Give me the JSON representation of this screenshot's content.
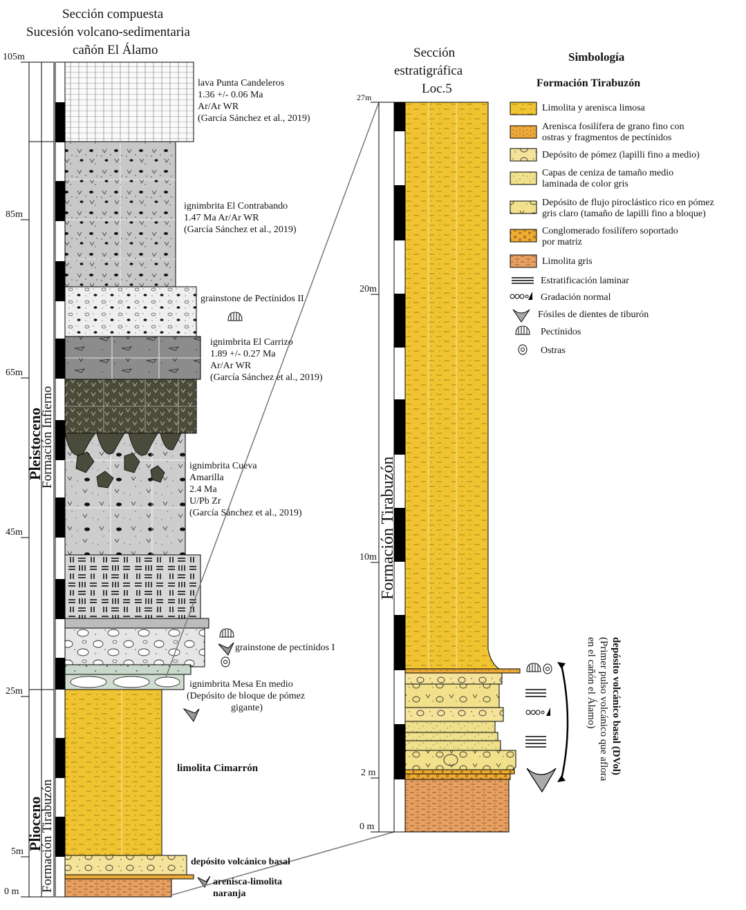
{
  "left_section": {
    "title_lines": [
      "Sección compuesta",
      "Sucesión volcano-sedimentaria",
      "cañón El Álamo"
    ],
    "scale_labels": [
      "105m",
      "85m",
      "65m",
      "45m",
      "25m",
      "5m",
      "0 m"
    ],
    "epochs": [
      "Pleistoceno",
      "Plioceno"
    ],
    "formations": [
      "Formación Infierno",
      "Formación Tirabuzón"
    ],
    "unit_labels": {
      "lava": [
        "lava Punta Candeleros",
        "1.36 +/- 0.06 Ma",
        "Ar/Ar WR",
        "(García Sánchez et al., 2019)"
      ],
      "contrabando": [
        "ignimbrita El Contrabando",
        "1.47 Ma Ar/Ar WR",
        "(García Sánchez et al., 2019)"
      ],
      "grainstone2": "grainstone de Pectínidos II",
      "carrizo": [
        "ignimbrita El Carrizo",
        "1.89 +/- 0.27 Ma",
        "Ar/Ar WR",
        "(García Sánchez et al., 2019)"
      ],
      "cueva": [
        "ignimbrita Cueva",
        "Amarilla",
        "2.4 Ma",
        "U/Pb Zr",
        "(García Sánchez et al., 2019)"
      ],
      "grainstone1": "grainstone de pectínidos I",
      "mesa": [
        "ignimbrita Mesa En medio",
        "(Depósito de bloque de pómez",
        "gigante)"
      ],
      "cimarron": "limolita Cimarrón",
      "basal": "depósito volcánico basal",
      "arenisca": [
        "arenisca-limolita",
        "naranja"
      ]
    }
  },
  "right_section": {
    "title_lines": [
      "Sección",
      "estratigráfica",
      "Loc.5"
    ],
    "scale_labels": [
      "27m",
      "20m",
      "10m",
      "2 m",
      "0 m"
    ],
    "formation": "Formación Tirabuzón",
    "annotation": [
      "depósito volcánico basal (DVol)",
      "(Primer pulso volcánico que aflora",
      "en el cañón el Álamo)"
    ]
  },
  "legend": {
    "title": "Simbología",
    "subtitle": "Formación Tirabuzón",
    "items": [
      {
        "lines": [
          "Limolita y arenisca limosa"
        ],
        "color": "#f0c430"
      },
      {
        "lines": [
          "Arenisca fosilífera de grano fino con",
          "ostras y fragmentos de pectínidos"
        ],
        "color": "#eba93a"
      },
      {
        "lines": [
          "Depósito de pómez (lapilli fino a medio)"
        ],
        "color": "#f5e39a"
      },
      {
        "lines": [
          "Capas de ceniza de tamaño medio",
          "laminada de color gris"
        ],
        "color": "#efe08a"
      },
      {
        "lines": [
          "Depósito de flujo piroclástico rico en pómez",
          "gris claro (tamaño de lapilli fino a bloque)"
        ],
        "color": "#f2e18a"
      },
      {
        "lines": [
          "Conglomerado fosilífero soportado",
          "por matriz"
        ],
        "color": "#f1ab2e"
      },
      {
        "lines": [
          "Limolita gris"
        ],
        "color": "#e7a062"
      }
    ],
    "symbols": [
      "Estratificación laminar",
      "Gradación normal",
      "Fósiles de dientes de tiburón",
      "Pectínidos",
      "Ostras"
    ]
  },
  "colors": {
    "limolita": "#f0c430",
    "limolita_naranja": "#e7a062",
    "ignimbrita_gris": "#c4c4c4",
    "carrizo": "#8a8a8a",
    "verde_oscuro": "#4a4a3a",
    "verde_claro": "#cfdccf"
  }
}
